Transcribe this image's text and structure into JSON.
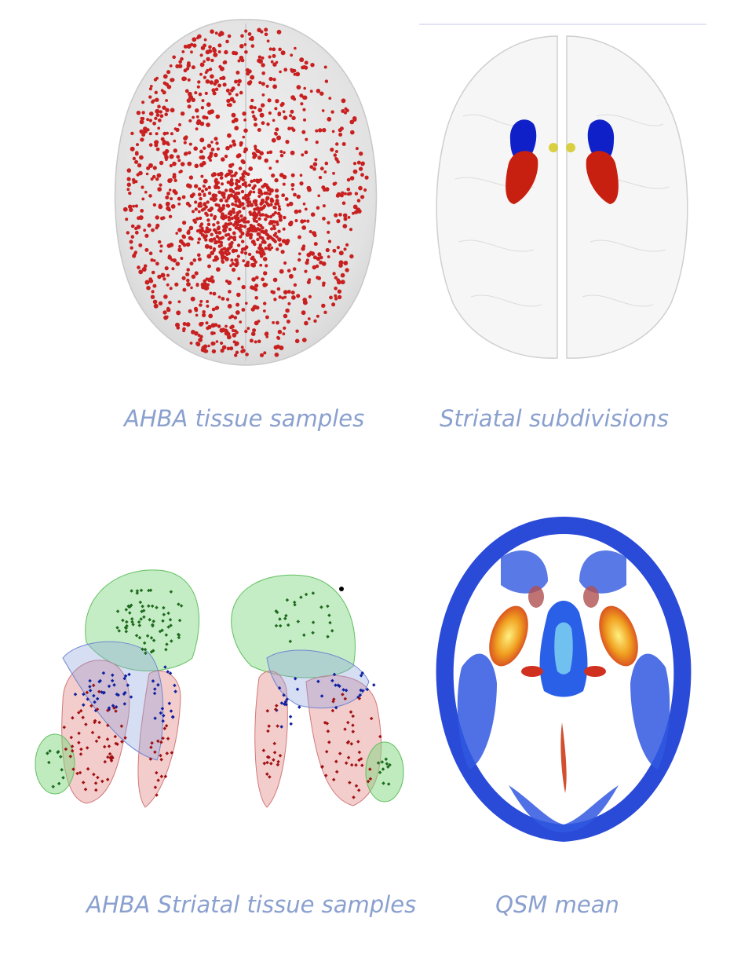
{
  "figure": {
    "panels": [
      {
        "id": "ahba-samples",
        "caption": "AHBA tissue samples"
      },
      {
        "id": "striatal-subdivisions",
        "caption": "Striatal subdivisions"
      },
      {
        "id": "ahba-striatal-samples",
        "caption": "AHBA Striatal tissue samples"
      },
      {
        "id": "qsm-mean",
        "caption": "QSM mean"
      }
    ],
    "colors": {
      "caption": "#8aa0cf",
      "sample_dot": "#c82020",
      "striatum_blue": "#1020c8",
      "striatum_red": "#c82010",
      "striatum_yellow": "#d8d040",
      "roi_green": "#7fd77f",
      "roi_blue": "#8aa0e0",
      "roi_red": "#e89a9a",
      "qsm_blue": "#1f3fd0",
      "qsm_hot": "#f0a020"
    }
  }
}
